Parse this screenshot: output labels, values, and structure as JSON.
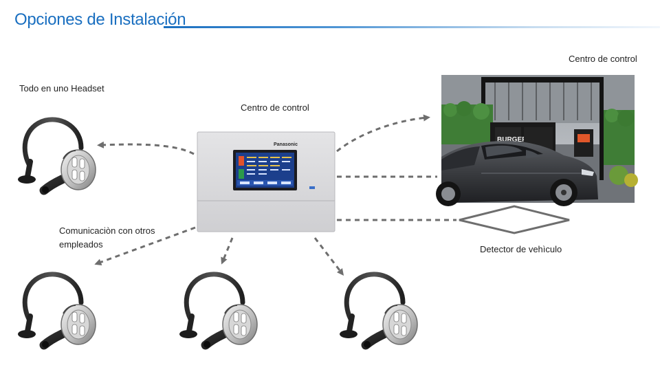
{
  "page": {
    "title": "Opciones de Instalación"
  },
  "labels": {
    "headset_all_in_one": "Todo en uno Headset",
    "control_center": "Centro de control",
    "control_center_photo": "Centro de control",
    "communication_line1": "Comunicaciòn con otros",
    "communication_line2": "empleados",
    "vehicle_detector": "Detector de vehìculo"
  },
  "device": {
    "brand": "Panasonic"
  },
  "photo": {
    "sign_text": "BURGER"
  },
  "colors": {
    "title_blue": "#1a6fc0",
    "arrow_gray": "#6e6e6e",
    "device_body": "#d9d9db",
    "screen_blue": "#1c3f8c"
  }
}
